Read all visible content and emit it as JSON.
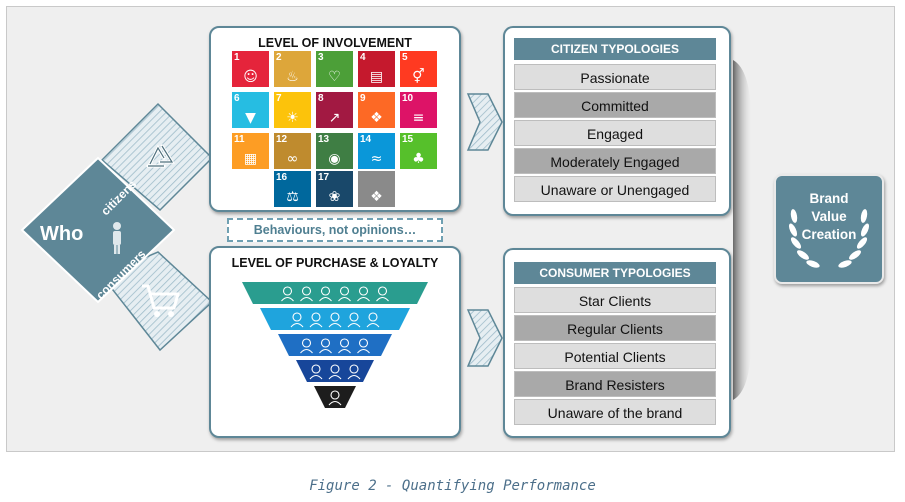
{
  "who": {
    "label": "Who",
    "citizens": "citizens",
    "consumers": "consumers",
    "recycle_icon": "recycle-icon",
    "cart_icon": "shopping-cart-icon",
    "person_icon": "person-icon"
  },
  "involvement": {
    "title": "LEVEL OF INVOLVEMENT",
    "tiles": [
      {
        "num": "1",
        "color": "#e5243b",
        "glyph": "☺"
      },
      {
        "num": "2",
        "color": "#dda63a",
        "glyph": "♨"
      },
      {
        "num": "3",
        "color": "#4c9f38",
        "glyph": "♡"
      },
      {
        "num": "4",
        "color": "#c5192d",
        "glyph": "▤"
      },
      {
        "num": "5",
        "color": "#ff3a21",
        "glyph": "⚥"
      },
      {
        "num": "6",
        "color": "#26bde2",
        "glyph": "▼"
      },
      {
        "num": "7",
        "color": "#fcc30b",
        "glyph": "☀"
      },
      {
        "num": "8",
        "color": "#a21942",
        "glyph": "↗"
      },
      {
        "num": "9",
        "color": "#fd6925",
        "glyph": "❖"
      },
      {
        "num": "10",
        "color": "#dd1367",
        "glyph": "≡"
      },
      {
        "num": "11",
        "color": "#fd9d24",
        "glyph": "▦"
      },
      {
        "num": "12",
        "color": "#bf8b2e",
        "glyph": "∞"
      },
      {
        "num": "13",
        "color": "#3f7e44",
        "glyph": "◉"
      },
      {
        "num": "14",
        "color": "#0a97d9",
        "glyph": "≈"
      },
      {
        "num": "15",
        "color": "#56c02b",
        "glyph": "♣"
      },
      {
        "num": "16",
        "color": "#00689d",
        "glyph": "⚖"
      },
      {
        "num": "17",
        "color": "#19486a",
        "glyph": "❀"
      },
      {
        "num": "",
        "color": "#8a8a8a",
        "glyph": "❖"
      }
    ]
  },
  "behaviours": "Behaviours, not opinions…",
  "purchase": {
    "title": "LEVEL OF PURCHASE & LOYALTY",
    "tiers": [
      {
        "color": "#2a9d8f",
        "faces": 6
      },
      {
        "color": "#1fa4dd",
        "faces": 5
      },
      {
        "color": "#1f6fc4",
        "faces": 4
      },
      {
        "color": "#17469a",
        "faces": 3
      },
      {
        "color": "#1d1d1d",
        "faces": 1
      }
    ]
  },
  "citizen": {
    "header": "CITIZEN TYPOLOGIES",
    "rows": [
      "Passionate",
      "Committed",
      "Engaged",
      "Moderately Engaged",
      "Unaware or Unengaged"
    ]
  },
  "consumer": {
    "header": "CONSUMER TYPOLOGIES",
    "rows": [
      "Star Clients",
      "Regular Clients",
      "Potential Clients",
      "Brand Resisters",
      "Unaware of the brand"
    ]
  },
  "brand": {
    "line1": "Brand",
    "line2": "Value",
    "line3": "Creation",
    "laurel_icon": "laurel-wreath-icon"
  },
  "caption": "Figure 2 - Quantifying Performance",
  "colors": {
    "accent": "#5e8797",
    "row_light": "#dedede",
    "row_dark": "#a9a9a9"
  }
}
